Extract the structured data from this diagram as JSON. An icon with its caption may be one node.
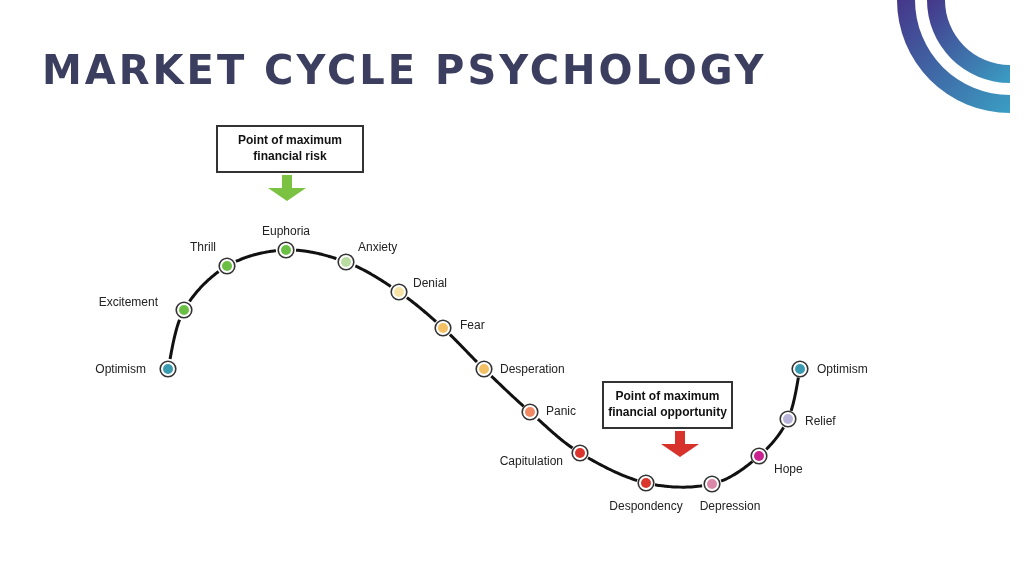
{
  "diagram": {
    "title": "MARKET CYCLE PSYCHOLOGY",
    "nodes": [
      {
        "text": [
          "Point of maximum financial risk"
        ]
      },
      {
        "text": [],
        "shape": "circle",
        "beside": [
          "Optimism"
        ]
      },
      {
        "text": [],
        "shape": "circle",
        "beside": [
          "Excitement"
        ]
      },
      {
        "text": [],
        "shape": "circle",
        "beside": [
          "Thrill"
        ]
      },
      {
        "text": [],
        "shape": "circle",
        "beside": [
          "Euphoria"
        ]
      },
      {
        "text": [],
        "shape": "circle",
        "beside": [
          "Anxiety"
        ]
      },
      {
        "text": [],
        "shape": "circle",
        "beside": [
          "Denial"
        ]
      },
      {
        "text": [],
        "shape": "circle",
        "beside": [
          "Fear"
        ]
      },
      {
        "text": [],
        "shape": "circle",
        "beside": [
          "Desperation"
        ]
      },
      {
        "text": [],
        "shape": "circle",
        "beside": [
          "Panic"
        ]
      },
      {
        "text": [],
        "shape": "circle",
        "beside": [
          "Capitulation"
        ]
      },
      {
        "text": [],
        "shape": "circle",
        "beside": [
          "Despondency"
        ]
      },
      {
        "text": [],
        "shape": "circle",
        "beside": [
          "Depression"
        ]
      },
      {
        "text": [],
        "shape": "circle",
        "beside": [
          "Hope"
        ]
      },
      {
        "text": [],
        "shape": "circle",
        "beside": [
          "Relief"
        ]
      },
      {
        "text": [],
        "shape": "circle",
        "beside": [
          "Optimism"
        ]
      },
      {
        "text": [
          "Point of maximum financial opportunity"
        ]
      }
    ],
    "edges": [
      {
        "from": 1,
        "to": 2,
        "arrow": "none"
      },
      {
        "from": 2,
        "to": 3,
        "arrow": "none"
      },
      {
        "from": 3,
        "to": 4,
        "arrow": "none"
      },
      {
        "from": 4,
        "to": 5,
        "arrow": "none"
      },
      {
        "from": 5,
        "to": 6,
        "arrow": "none"
      },
      {
        "from": 6,
        "to": 7,
        "arrow": "none"
      },
      {
        "from": 7,
        "to": 8,
        "arrow": "none"
      },
      {
        "from": 8,
        "to": 9,
        "arrow": "none"
      },
      {
        "from": 9,
        "to": 10,
        "arrow": "none"
      },
      {
        "from": 10,
        "to": 11,
        "arrow": "none"
      },
      {
        "from": 11,
        "to": 12,
        "arrow": "none"
      },
      {
        "from": 12,
        "to": 13,
        "arrow": "none"
      },
      {
        "from": 13,
        "to": 14,
        "arrow": "none"
      },
      {
        "from": 14,
        "to": 15,
        "arrow": "none"
      },
      {
        "from": 0,
        "to": null,
        "arrow": "to",
        "style": "thick",
        "color": "#7cc242"
      },
      {
        "from": 16,
        "to": null,
        "arrow": "to",
        "style": "thick",
        "color": "#d8322c"
      }
    ]
  }
}
